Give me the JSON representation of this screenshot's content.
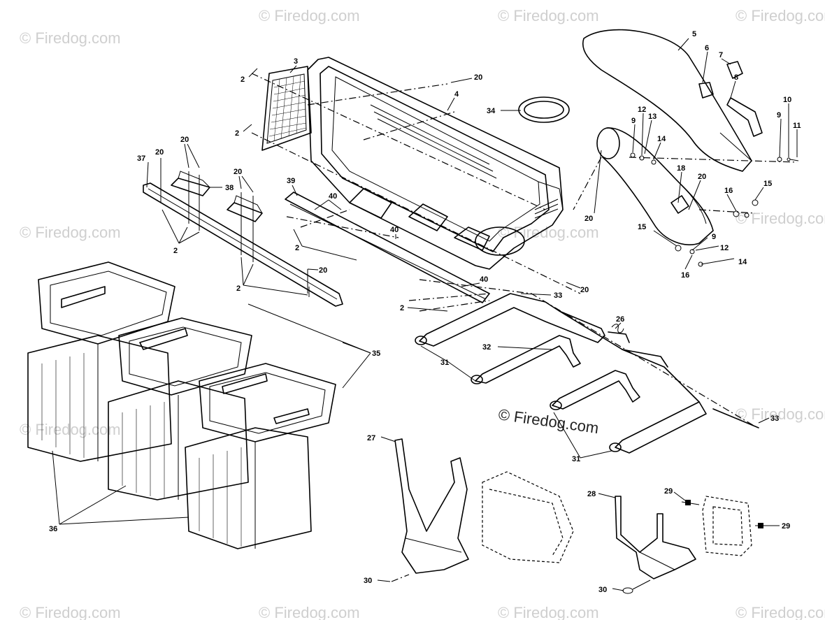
{
  "watermark": {
    "text": "© Firedog.com",
    "center_text": "© Firedog.com"
  },
  "callouts": [
    {
      "id": "c2a",
      "label": "2"
    },
    {
      "id": "c3",
      "label": "3"
    },
    {
      "id": "c20a",
      "label": "20"
    },
    {
      "id": "c4",
      "label": "4"
    },
    {
      "id": "c2b",
      "label": "2"
    },
    {
      "id": "c34",
      "label": "34"
    },
    {
      "id": "c5",
      "label": "5"
    },
    {
      "id": "c6",
      "label": "6"
    },
    {
      "id": "c7",
      "label": "7"
    },
    {
      "id": "c8",
      "label": "8"
    },
    {
      "id": "c10",
      "label": "10"
    },
    {
      "id": "c9a",
      "label": "9"
    },
    {
      "id": "c11",
      "label": "11"
    },
    {
      "id": "c12a",
      "label": "12"
    },
    {
      "id": "c13",
      "label": "13"
    },
    {
      "id": "c9b",
      "label": "9"
    },
    {
      "id": "c14a",
      "label": "14"
    },
    {
      "id": "c18",
      "label": "18"
    },
    {
      "id": "c20b",
      "label": "20"
    },
    {
      "id": "c16a",
      "label": "16"
    },
    {
      "id": "c15a",
      "label": "15"
    },
    {
      "id": "c15b",
      "label": "15"
    },
    {
      "id": "c9c",
      "label": "9"
    },
    {
      "id": "c12b",
      "label": "12"
    },
    {
      "id": "c14b",
      "label": "14"
    },
    {
      "id": "c16b",
      "label": "16"
    },
    {
      "id": "c20c",
      "label": "20"
    },
    {
      "id": "c37",
      "label": "37"
    },
    {
      "id": "c20d",
      "label": "20"
    },
    {
      "id": "c20e",
      "label": "20"
    },
    {
      "id": "c20f",
      "label": "20"
    },
    {
      "id": "c38",
      "label": "38"
    },
    {
      "id": "c39",
      "label": "39"
    },
    {
      "id": "c40a",
      "label": "40"
    },
    {
      "id": "c40b",
      "label": "40"
    },
    {
      "id": "c2c",
      "label": "2"
    },
    {
      "id": "c2d",
      "label": "2"
    },
    {
      "id": "c20g",
      "label": "20"
    },
    {
      "id": "c2e",
      "label": "2"
    },
    {
      "id": "c20h",
      "label": "20"
    },
    {
      "id": "c40c",
      "label": "40"
    },
    {
      "id": "c2f",
      "label": "2"
    },
    {
      "id": "c33a",
      "label": "33"
    },
    {
      "id": "c26",
      "label": "26"
    },
    {
      "id": "c32",
      "label": "32"
    },
    {
      "id": "c31a",
      "label": "31"
    },
    {
      "id": "c35",
      "label": "35"
    },
    {
      "id": "c33b",
      "label": "33"
    },
    {
      "id": "c31b",
      "label": "31"
    },
    {
      "id": "c27",
      "label": "27"
    },
    {
      "id": "c36",
      "label": "36"
    },
    {
      "id": "c28",
      "label": "28"
    },
    {
      "id": "c29a",
      "label": "29"
    },
    {
      "id": "c29b",
      "label": "29"
    },
    {
      "id": "c30a",
      "label": "30"
    },
    {
      "id": "c30b",
      "label": "30"
    }
  ]
}
